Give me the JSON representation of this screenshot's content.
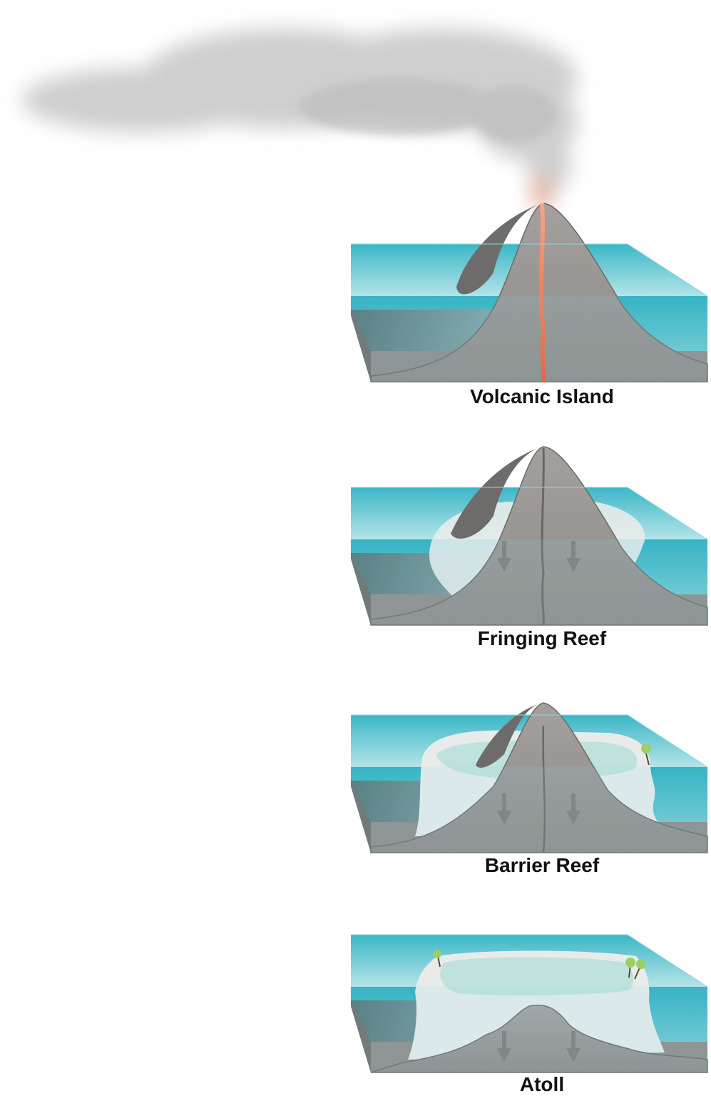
{
  "stages": [
    {
      "label": "Volcanic Island"
    },
    {
      "label": "Fringing Reef"
    },
    {
      "label": "Barrier Reef"
    },
    {
      "label": "Atoll"
    }
  ],
  "colors": {
    "water": "#2fb3c4",
    "rock": "#9c9997",
    "reef": "#e8ebea",
    "lagoon": "#bfe3dc",
    "lava": "#f0582a",
    "smoke": "#c9c9c9"
  }
}
